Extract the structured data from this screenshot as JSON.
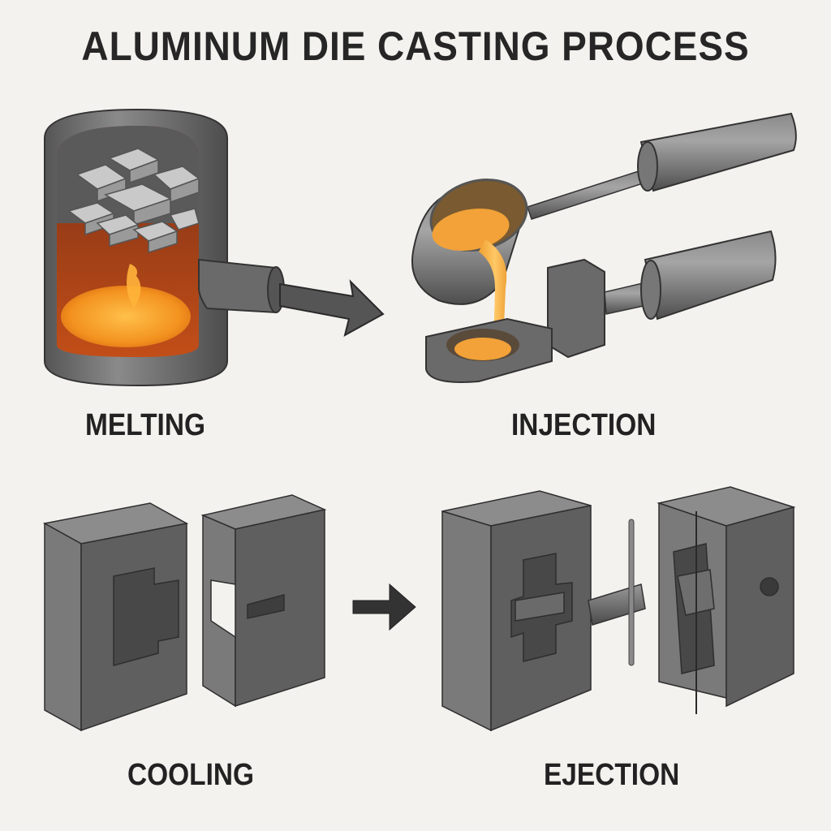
{
  "title": "ALUMINUM DIE CASTING PROCESS",
  "steps": [
    {
      "label": "MELTING",
      "illustration": "furnace-crucible-with-ingots"
    },
    {
      "label": "INJECTION",
      "illustration": "ladle-pouring-into-shot-sleeve"
    },
    {
      "label": "COOLING",
      "illustration": "two-die-halves-closed"
    },
    {
      "label": "EJECTION",
      "illustration": "die-halves-open-ejector"
    }
  ],
  "arrows": [
    {
      "from": "MELTING",
      "to": "INJECTION",
      "icon": "arrow-right-icon"
    },
    {
      "from": "COOLING",
      "to": "EJECTION",
      "icon": "arrow-right-icon"
    }
  ],
  "colors": {
    "background": "#f4f2ee",
    "steel": "#6b6b6b",
    "steel_dark": "#4a4a4a",
    "molten": "#f39a2b",
    "furnace_glow": "#8a3a1a",
    "text": "#222222"
  }
}
